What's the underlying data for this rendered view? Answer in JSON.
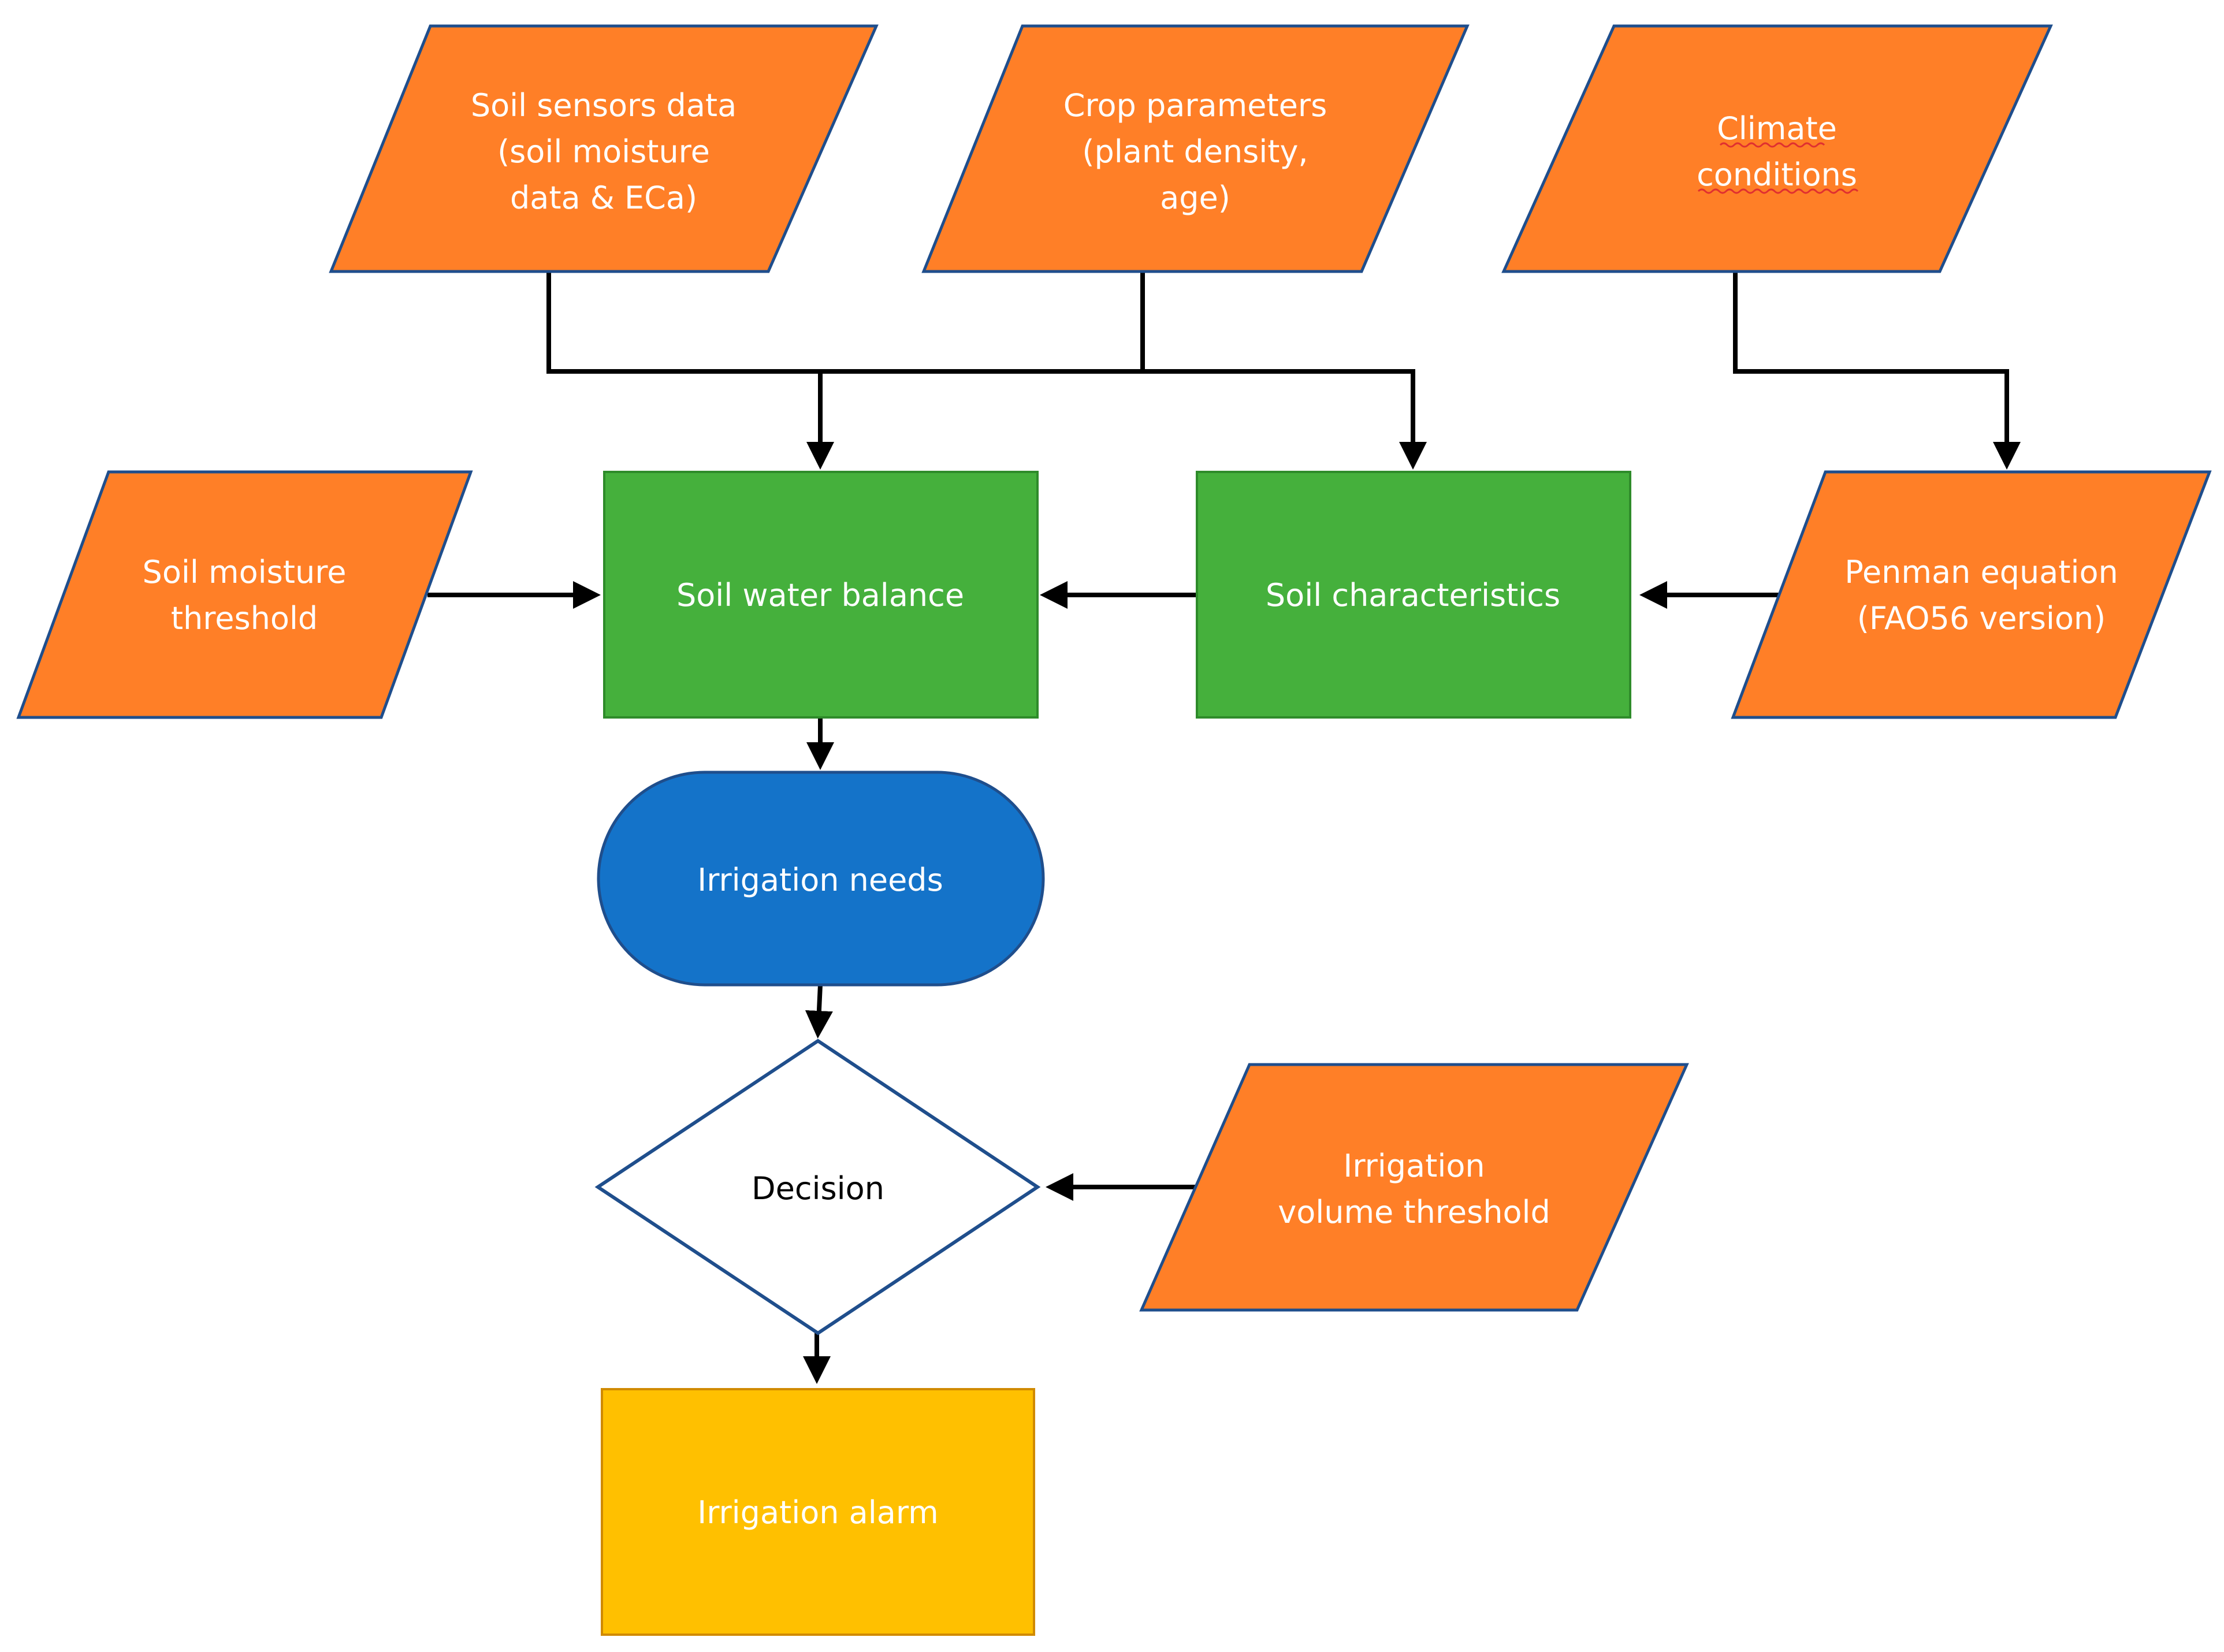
{
  "colors": {
    "input": "#FF7F27",
    "process": "#45B03C",
    "terminal": "#1473C9",
    "decision": "#FFFFFF",
    "output": "#FFC000",
    "outline": "#1F4E8C",
    "arrow": "#000000"
  },
  "nodes": {
    "soil_sensors": {
      "lines": [
        "Soil sensors data",
        "(soil moisture",
        "data & ECa)"
      ]
    },
    "crop_parameters": {
      "lines": [
        "Crop parameters",
        "(plant density,",
        "age)"
      ]
    },
    "climate_conditions": {
      "lines": [
        "Climate",
        "conditions"
      ]
    },
    "soil_moisture_threshold": {
      "lines": [
        "Soil moisture",
        "threshold"
      ]
    },
    "soil_water_balance": {
      "lines": [
        "Soil water balance"
      ]
    },
    "soil_characteristics": {
      "lines": [
        "Soil characteristics"
      ]
    },
    "penman_equation": {
      "lines": [
        "Penman equation",
        "(FAO56 version)"
      ]
    },
    "irrigation_needs": {
      "lines": [
        "Irrigation needs"
      ]
    },
    "decision": {
      "lines": [
        "Decision"
      ]
    },
    "irrigation_volume_threshold": {
      "lines": [
        "Irrigation",
        "volume threshold"
      ]
    },
    "irrigation_alarm": {
      "lines": [
        "Irrigation alarm"
      ]
    }
  }
}
